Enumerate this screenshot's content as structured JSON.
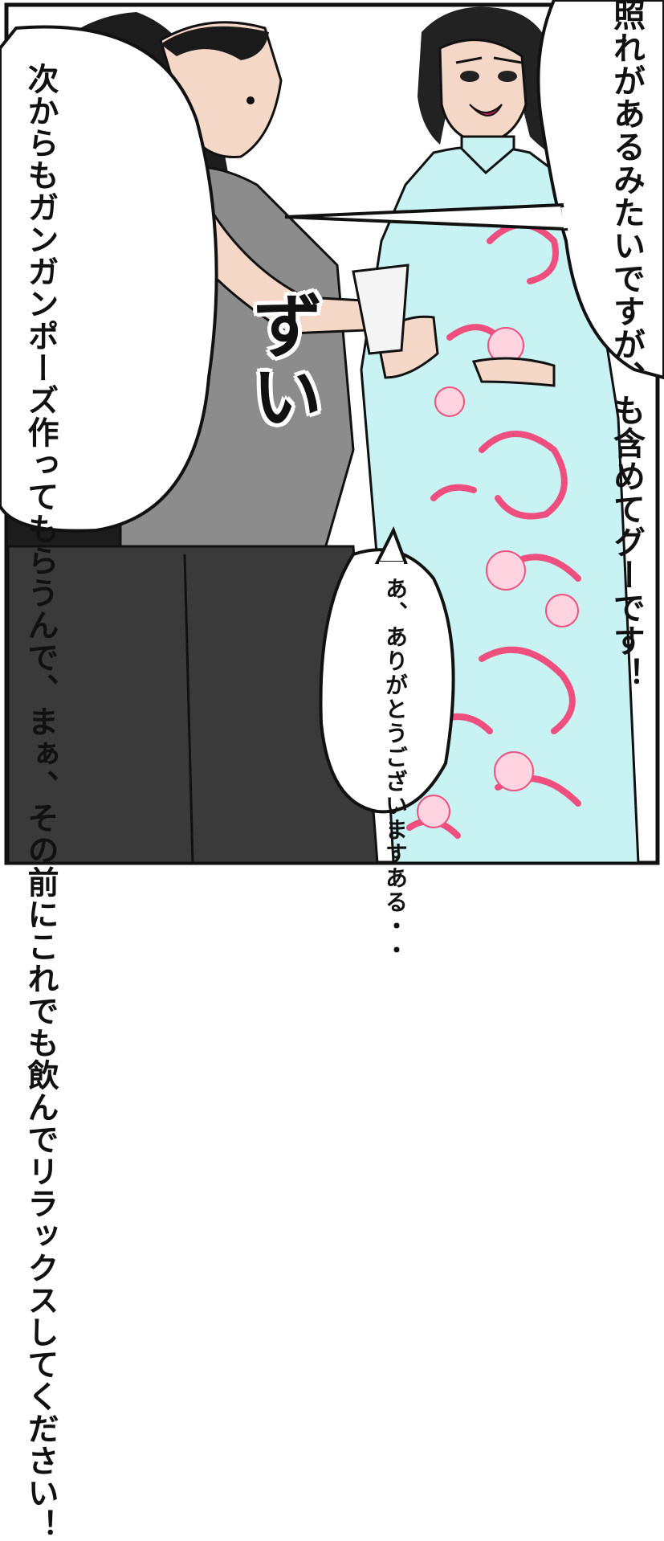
{
  "panel": {
    "speech_top_right": "照れがあるみたいですが、も含めてグーです！",
    "speech_left": "次からもガンガンポーズ作ってもらうんで、まぁ、その前にこれでも飲んでリラックスしてください！",
    "speech_bottom": "あ、ありがとうございますある・・",
    "sound_effect": "ずい"
  },
  "colors": {
    "dress": "#c9f3f3",
    "dress_pattern": "#ee4f7e",
    "man_shirt": "#8c8c8c",
    "man_pants": "#3a3a3a",
    "skin": "#f5d7c8"
  },
  "icons": [
    "woman-in-cheongsam",
    "man-holding-glass",
    "speech-bubble"
  ]
}
